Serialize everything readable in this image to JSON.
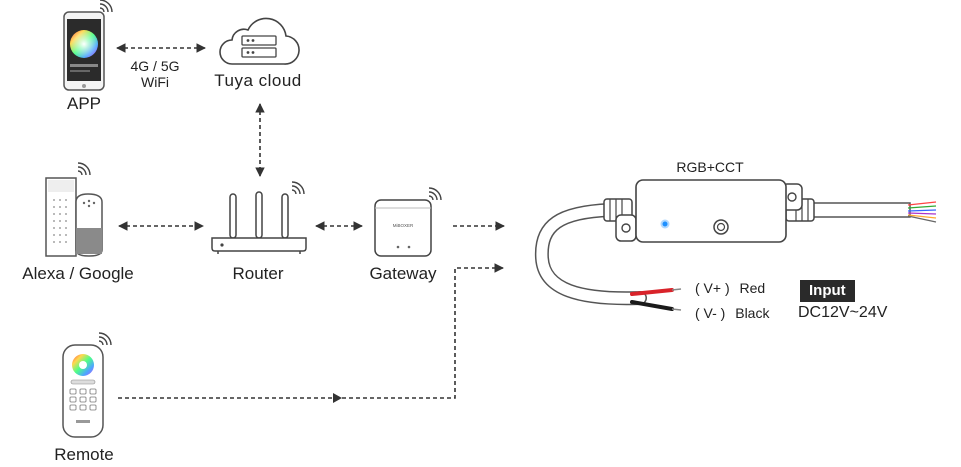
{
  "nodes": {
    "app": "APP",
    "cloud": "Tuya  cloud",
    "speaker": "Alexa / Google",
    "router": "Router",
    "gateway": "Gateway",
    "remote": "Remote",
    "controller": "RGB+CCT"
  },
  "links": {
    "app_cloud_line1": "4G / 5G",
    "app_cloud_line2": "WiFi"
  },
  "wires": {
    "positive_pole": "( V+ )",
    "positive_color": "Red",
    "negative_pole": "( V- )",
    "negative_color": "Black"
  },
  "input": {
    "badge": "Input",
    "voltage": "DC12V~24V"
  },
  "gateway_brand": "MiBOXER",
  "colors": {
    "line": "#333333",
    "wire_red": "#d9232a",
    "wire_black": "#1a1a1a",
    "led": "#1e90ff"
  }
}
